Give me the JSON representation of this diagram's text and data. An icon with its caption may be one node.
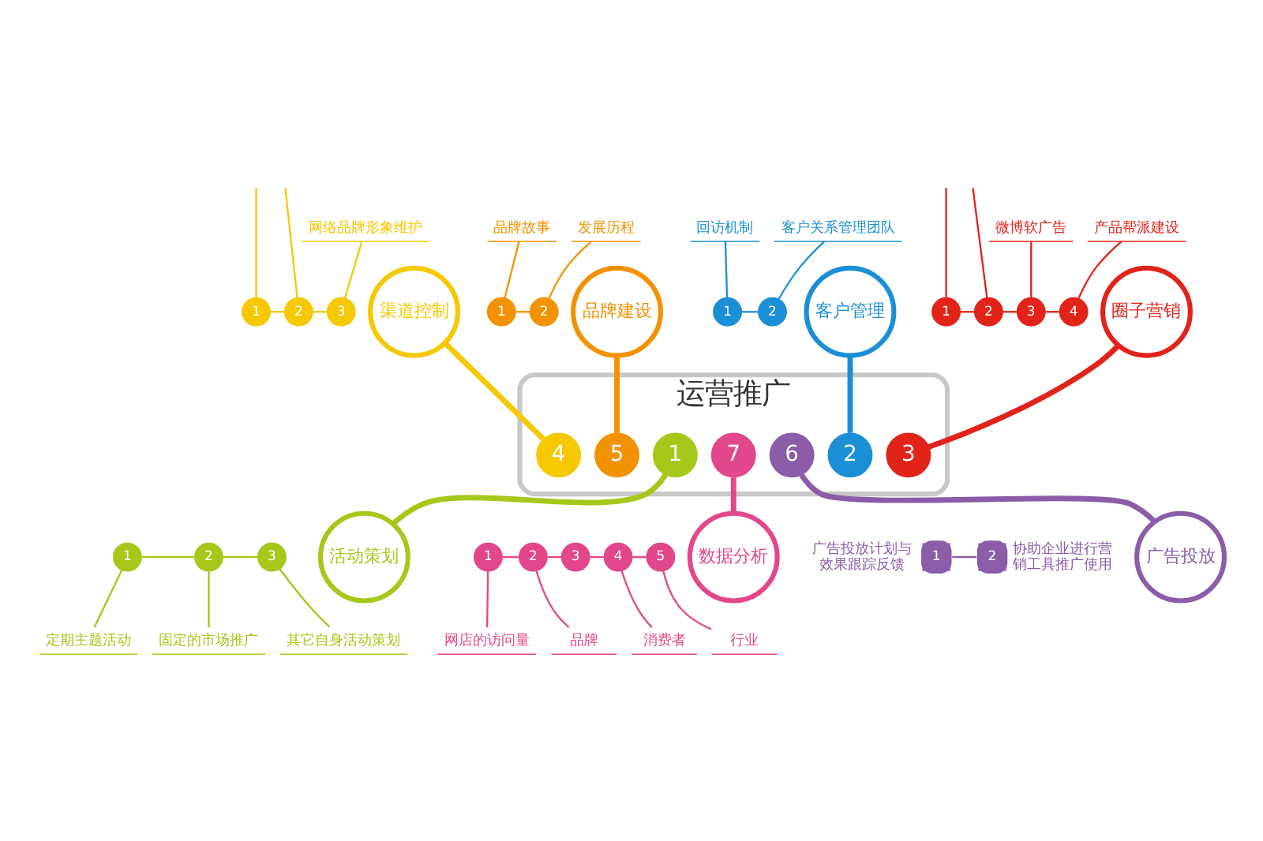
{
  "diagram": {
    "nodes": [
      {
        "text": [
          "运营推广"
        ]
      },
      {
        "text": [
          "3"
        ],
        "in": 0
      },
      {
        "text": [
          "4"
        ],
        "in": 0
      },
      {
        "text": [
          "2"
        ],
        "in": 0
      },
      {
        "text": [
          "5"
        ],
        "in": 0
      },
      {
        "text": [
          "1"
        ],
        "in": 0
      },
      {
        "text": [
          "6"
        ],
        "in": 0
      },
      {
        "text": [
          "7"
        ],
        "in": 0
      },
      {
        "text": [
          "圈子营销"
        ]
      },
      {
        "text": [
          "1"
        ]
      },
      {
        "text": [
          "2"
        ]
      },
      {
        "text": [
          "3"
        ]
      },
      {
        "text": [
          "4"
        ]
      },
      {
        "text": [
          "微博软广告"
        ]
      },
      {
        "text": [
          "产品帮派建设"
        ]
      },
      {
        "text": [
          "渠道控制"
        ]
      },
      {
        "text": [
          "1"
        ]
      },
      {
        "text": [
          "2"
        ]
      },
      {
        "text": [
          "3"
        ]
      },
      {
        "text": [
          "网络品牌形象维护"
        ]
      },
      {
        "text": [
          "客户管理"
        ]
      },
      {
        "text": [
          "1"
        ]
      },
      {
        "text": [
          "2"
        ]
      },
      {
        "text": [
          "回访机制"
        ]
      },
      {
        "text": [
          "客户关系管理团队"
        ]
      },
      {
        "text": [
          "品牌建设"
        ]
      },
      {
        "text": [
          "1"
        ]
      },
      {
        "text": [
          "2"
        ]
      },
      {
        "text": [
          "品牌故事"
        ]
      },
      {
        "text": [
          "发展历程"
        ]
      },
      {
        "text": [
          "活动策划"
        ]
      },
      {
        "text": [
          "1"
        ]
      },
      {
        "text": [
          "2"
        ]
      },
      {
        "text": [
          "3"
        ]
      },
      {
        "text": [
          "定期主题活动"
        ]
      },
      {
        "text": [
          "固定的市场推广"
        ]
      },
      {
        "text": [
          "其它自身活动策划"
        ]
      },
      {
        "text": [
          "广告投放"
        ]
      },
      {
        "text": [
          "2"
        ],
        "beside": [
          "协助企业进行营销工具推广使用"
        ]
      },
      {
        "text": [
          "1"
        ],
        "beside": [
          "广告投放计划与效果跟踪反馈"
        ]
      },
      {
        "text": [
          "数据分析"
        ]
      },
      {
        "text": [
          "1"
        ]
      },
      {
        "text": [
          "2"
        ]
      },
      {
        "text": [
          "3"
        ]
      },
      {
        "text": [
          "4"
        ]
      },
      {
        "text": [
          "5"
        ]
      },
      {
        "text": [
          "网店的访问量"
        ]
      },
      {
        "text": [
          "品牌"
        ]
      },
      {
        "text": [
          "消费者"
        ]
      },
      {
        "text": [
          "行业"
        ]
      }
    ],
    "edges": [
      {
        "from": 8,
        "to": 1,
        "arrow": "none",
        "style": "thick",
        "color": "#e2231a"
      },
      {
        "from": 15,
        "to": 2,
        "arrow": "none",
        "style": "thick",
        "color": "#f5c800"
      },
      {
        "from": 20,
        "to": 3,
        "arrow": "none",
        "style": "thick",
        "color": "#1b8fd6"
      },
      {
        "from": 25,
        "to": 4,
        "arrow": "none",
        "style": "thick",
        "color": "#f39200"
      },
      {
        "from": 5,
        "to": 30,
        "arrow": "none",
        "style": "thick",
        "color": "#a5c81a"
      },
      {
        "from": 6,
        "to": 37,
        "arrow": "none",
        "style": "thick",
        "color": "#8b5ca8"
      },
      {
        "from": 7,
        "to": 40,
        "arrow": "none",
        "style": "thick",
        "color": "#e3478b"
      },
      {
        "from": 9,
        "to": 10,
        "arrow": "none",
        "color": "#e2231a"
      },
      {
        "from": 10,
        "to": 11,
        "arrow": "none",
        "color": "#e2231a"
      },
      {
        "from": 11,
        "to": 12,
        "arrow": "none",
        "color": "#e2231a"
      },
      {
        "from": null,
        "to": 9,
        "arrow": "none",
        "color": "#e2231a"
      },
      {
        "from": null,
        "to": 10,
        "arrow": "none",
        "color": "#e2231a"
      },
      {
        "from": 13,
        "to": 11,
        "arrow": "none",
        "color": "#e2231a"
      },
      {
        "from": 14,
        "to": 12,
        "arrow": "none",
        "color": "#e2231a"
      },
      {
        "from": 16,
        "to": 17,
        "arrow": "none",
        "color": "#f5c800"
      },
      {
        "from": 17,
        "to": 18,
        "arrow": "none",
        "color": "#f5c800"
      },
      {
        "from": null,
        "to": 16,
        "arrow": "none",
        "color": "#f5c800"
      },
      {
        "from": null,
        "to": 17,
        "arrow": "none",
        "color": "#f5c800"
      },
      {
        "from": 19,
        "to": 18,
        "arrow": "none",
        "color": "#f5c800"
      },
      {
        "from": 21,
        "to": 22,
        "arrow": "none",
        "color": "#1b8fd6"
      },
      {
        "from": 23,
        "to": 21,
        "arrow": "none",
        "color": "#1b8fd6"
      },
      {
        "from": 24,
        "to": 22,
        "arrow": "none",
        "color": "#1b8fd6"
      },
      {
        "from": 26,
        "to": 27,
        "arrow": "none",
        "color": "#f39200"
      },
      {
        "from": 28,
        "to": 26,
        "arrow": "none",
        "color": "#f39200"
      },
      {
        "from": 29,
        "to": 27,
        "arrow": "none",
        "color": "#f39200"
      },
      {
        "from": 31,
        "to": 32,
        "arrow": "none",
        "color": "#a5c81a"
      },
      {
        "from": 32,
        "to": 33,
        "arrow": "none",
        "color": "#a5c81a"
      },
      {
        "from": 31,
        "to": 34,
        "arrow": "none",
        "color": "#a5c81a"
      },
      {
        "from": 32,
        "to": 35,
        "arrow": "none",
        "color": "#a5c81a"
      },
      {
        "from": 33,
        "to": 36,
        "arrow": "none",
        "color": "#a5c81a"
      },
      {
        "from": 39,
        "to": 38,
        "arrow": "none",
        "color": "#8b5ca8"
      },
      {
        "from": 41,
        "to": 42,
        "arrow": "none",
        "color": "#e3478b"
      },
      {
        "from": 42,
        "to": 43,
        "arrow": "none",
        "color": "#e3478b"
      },
      {
        "from": 43,
        "to": 44,
        "arrow": "none",
        "color": "#e3478b"
      },
      {
        "from": 44,
        "to": 45,
        "arrow": "none",
        "color": "#e3478b"
      },
      {
        "from": 41,
        "to": 46,
        "arrow": "none",
        "color": "#e3478b"
      },
      {
        "from": 42,
        "to": 47,
        "arrow": "none",
        "color": "#e3478b"
      },
      {
        "from": 44,
        "to": 48,
        "arrow": "none",
        "color": "#e3478b"
      },
      {
        "from": 45,
        "to": 49,
        "arrow": "none",
        "color": "#e3478b"
      }
    ]
  }
}
